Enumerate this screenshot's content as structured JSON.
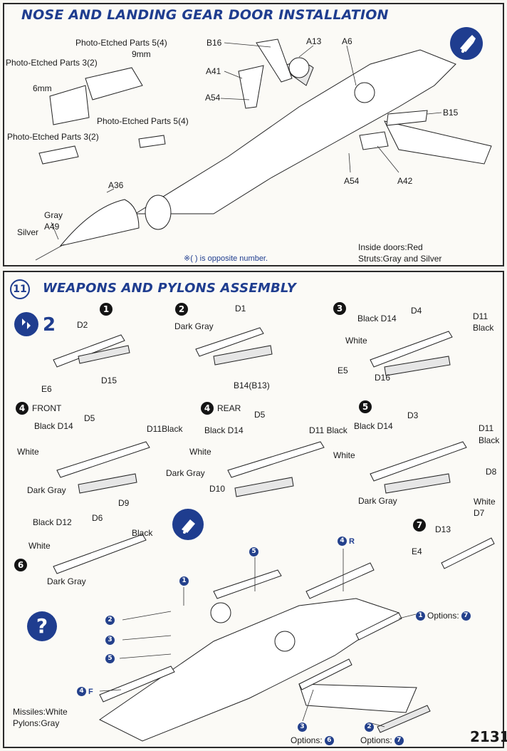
{
  "section_top": {
    "title": "NOSE AND LANDING GEAR DOOR INSTALLATION",
    "callouts": {
      "pe54a": "Photo-Etched Parts 5(4)",
      "mm9": "9mm",
      "pe32a": "Photo-Etched Parts 3(2)",
      "mm6": "6mm",
      "pe54b": "Photo-Etched Parts 5(4)",
      "pe32b": "Photo-Etched Parts 3(2)",
      "b16": "B16",
      "a13": "A13",
      "a6": "A6",
      "a41": "A41",
      "a54a": "A54",
      "b15": "B15",
      "a54b": "A54",
      "a42": "A42",
      "a36": "A36",
      "gray": "Gray",
      "a49": "A49",
      "silver": "Silver"
    },
    "footnote": "※( ) is opposite number.",
    "paint_doors": "Inside doors:Red",
    "paint_struts": "Struts:Gray and Silver",
    "corner_icon": "glue-icon"
  },
  "section_weapons": {
    "step_number": "11",
    "title": "WEAPONS AND PYLONS ASSEMBLY",
    "count_label": "2",
    "steps": {
      "s1": {
        "num": "1",
        "d2": "D2",
        "d15": "D15",
        "e6": "E6"
      },
      "s2": {
        "num": "2",
        "d1": "D1",
        "dark_gray": "Dark Gray",
        "b14": "B14(B13)"
      },
      "s3": {
        "num": "3",
        "black_d14": "Black D14",
        "d4": "D4",
        "d11": "D11",
        "black": "Black",
        "white": "White",
        "e5": "E5",
        "d16": "D16"
      },
      "s4f": {
        "num": "4",
        "label": "FRONT",
        "black_d14": "Black D14",
        "d5": "D5",
        "d11_black": "D11Black",
        "white": "White",
        "dark_gray": "Dark Gray",
        "d9": "D9"
      },
      "s4r": {
        "num": "4",
        "label": "REAR",
        "black_d14": "Black D14",
        "d5": "D5",
        "d11_black": "D11 Black",
        "white": "White",
        "dark_gray": "Dark Gray",
        "d10": "D10"
      },
      "s5": {
        "num": "5",
        "black_d14": "Black D14",
        "d3": "D3",
        "d11": "D11",
        "black": "Black",
        "white": "White",
        "d8": "D8",
        "dark_gray": "Dark Gray"
      },
      "s6": {
        "num": "6",
        "black_d12": "Black D12",
        "d6": "D6",
        "black": "Black",
        "white": "White",
        "dark_gray": "Dark Gray"
      },
      "s7": {
        "num": "7",
        "white": "White",
        "d7": "D7",
        "d13": "D13",
        "e4": "E4"
      }
    },
    "placement": {
      "p5": "5",
      "p4r_num": "4",
      "p4r_letter": "R",
      "p1a": "1",
      "p2a": "2",
      "p3a": "3",
      "p5b": "5",
      "p4f_num": "4",
      "p4f_letter": "F",
      "opt1_num": "1",
      "opt1_text": "Options:",
      "opt1_ref": "7",
      "opt3_num": "3",
      "opt3_text": "Options:",
      "opt3_ref": "6",
      "opt2_num": "2",
      "opt2_text": "Options:",
      "opt2_ref": "7"
    },
    "paint_missiles": "Missiles:White",
    "paint_pylons": "Pylons:Gray",
    "help_icon_text": "?",
    "page_number": "2131"
  },
  "colors": {
    "accent_blue": "#1f3d8f",
    "ink": "#1a1a1a"
  }
}
